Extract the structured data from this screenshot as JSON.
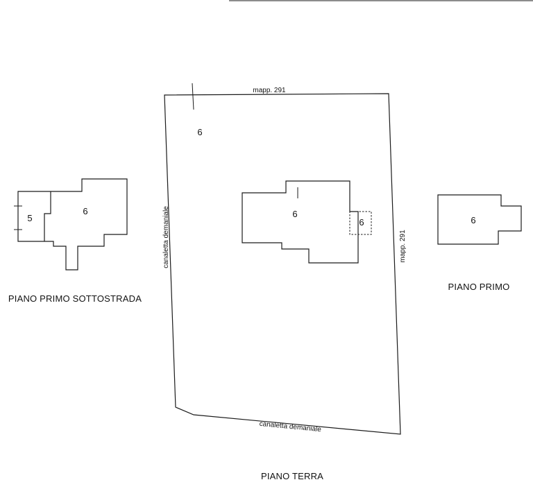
{
  "plans": {
    "basement": {
      "title": "PIANO PRIMO SOTTOSTRADA",
      "unit_small": "5",
      "unit_main": "6"
    },
    "ground": {
      "title": "PIANO  TERRA",
      "lot_unit": "6",
      "building_unit": "6",
      "annex_unit": "6",
      "boundary_top": "mapp. 291",
      "boundary_right": "mapp. 291",
      "boundary_left": "canaletta  demaniale",
      "boundary_bottom": "canaletta  demaniale"
    },
    "first": {
      "title": "PIANO  PRIMO",
      "unit_main": "6"
    }
  }
}
